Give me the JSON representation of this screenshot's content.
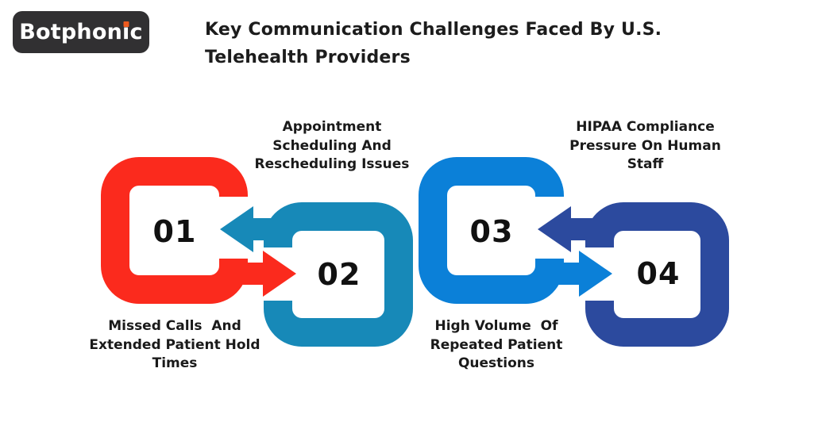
{
  "page": {
    "background_color": "#ffffff"
  },
  "logo": {
    "name": "Botphonic",
    "text_prefix": "Botphon",
    "text_i": "i",
    "text_suffix": "c",
    "bg_color": "#313032",
    "text_color": "#ffffff",
    "dot_color": "#ee5a1e"
  },
  "title": {
    "text": "Key Communication Challenges Faced By U.S.\nTelehealth Providers",
    "color": "#1c1c1c"
  },
  "steps": [
    {
      "number": "01",
      "label": "Missed Calls  And\nExtended Patient Hold\nTimes",
      "label_position": "below",
      "color": "#fb2a1d",
      "opening_side": "right"
    },
    {
      "number": "02",
      "label": "Appointment\nScheduling And\nRescheduling Issues",
      "label_position": "above",
      "color": "#1789b8",
      "opening_side": "left"
    },
    {
      "number": "03",
      "label": "High Volume  Of\nRepeated Patient\nQuestions",
      "label_position": "below",
      "color": "#0b80d8",
      "opening_side": "right"
    },
    {
      "number": "04",
      "label": "HIPAA Compliance\nPressure On Human\nStaff",
      "label_position": "above",
      "color": "#2c4a9e",
      "opening_side": "left"
    }
  ],
  "text_colors": {
    "step_number": "#111111",
    "step_label": "#1a1a1a"
  }
}
